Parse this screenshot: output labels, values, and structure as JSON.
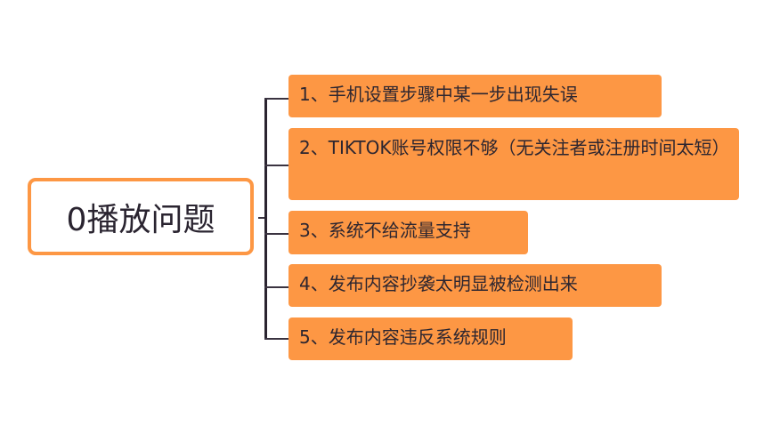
{
  "root": {
    "label": "0播放问题",
    "border_color": "#fd9744"
  },
  "branches": [
    {
      "label": "1、手机设置步骤中某一步出现失误"
    },
    {
      "label": "2、TIKTOK账号权限不够（无关注者或注册时间太短）"
    },
    {
      "label": "3、系统不给流量支持"
    },
    {
      "label": "4、发布内容抄袭太明显被检测出来"
    },
    {
      "label": "5、发布内容违反系统规则"
    }
  ],
  "colors": {
    "node_fill": "#fd9744",
    "line": "#2a2430",
    "text": "#2d2630"
  }
}
